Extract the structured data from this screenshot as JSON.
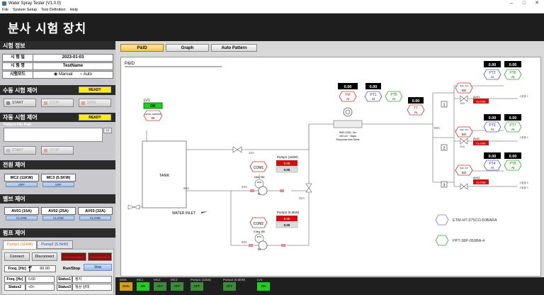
{
  "window": {
    "title": "Water Spray Tester (V1.0.0)"
  },
  "menu": [
    "File",
    "System Setup",
    "Test Definition",
    "Help"
  ],
  "header": {
    "title": "분사 시험 장치"
  },
  "test_info": {
    "title": "시험 정보",
    "rows": [
      {
        "label": "시 험 일",
        "value": "2023-01-03"
      },
      {
        "label": "시 험 명",
        "value": "TestName"
      }
    ],
    "mode_label": "시험모드",
    "mode_manual": "Manual",
    "mode_auto": "Auto"
  },
  "manual": {
    "title": "수동 시험 제어",
    "ready": "READY",
    "start": "START",
    "stop": "STOP",
    "save": "SAVE"
  },
  "auto": {
    "title": "자동 시험 제어",
    "ready": "READY",
    "file_label": "Pattern File Path",
    "start": "START",
    "stop": "STOP"
  },
  "power": {
    "title": "전원 제어",
    "items": [
      {
        "name": "MC2 (11KW)",
        "state": "OFF"
      },
      {
        "name": "MC3 (5.5KW)",
        "state": "OFF"
      }
    ]
  },
  "valve": {
    "title": "밸브 제어",
    "items": [
      {
        "name": "AV01 (15A)",
        "state": "CLOSE"
      },
      {
        "name": "AV02 (25A)",
        "state": "CLOSE"
      },
      {
        "name": "AV03 (32A)",
        "state": "CLOSE"
      }
    ]
  },
  "pump": {
    "title": "펌프 제어",
    "tabs": [
      "Pump1 (11kW)",
      "Pump2 (5.5kW)"
    ],
    "connect": "Connect",
    "disconnect": "Disconnect",
    "btn3": "Communication",
    "btn4": "Communication",
    "freq_label": "Freq. [Hz]",
    "freq_value": "60.00",
    "runstop": "Run/Stop",
    "stop": "Stop",
    "freq_out_label": "Freq. [Hz]",
    "freq_out_value": "0.00",
    "status1_label": "Status1",
    "status1_value": "정지",
    "status2_label": "Status2",
    "status2_value": "<0>",
    "status3_label": "Status3",
    "status3_value": "정상 상태"
  },
  "main_tabs": [
    "P&ID",
    "Graph",
    "Auto Pattern"
  ],
  "pid": {
    "title": "P&ID",
    "lv1": {
      "name": "LV1",
      "state": "OK",
      "tag1": "LEVEL SENSOR",
      "tag2": "DI"
    },
    "tank": "TANK",
    "water_inlet": "WATER INLET",
    "fm": {
      "value": "0.00",
      "tag": "FM",
      "sub": "AI"
    },
    "pt1": {
      "value": "0.00",
      "tag": "PT1",
      "sub": "AI"
    },
    "pt5": {
      "tag": "PT5",
      "sub": "AI"
    },
    "tt": {
      "value": "0.00",
      "tag": "TT",
      "sub": "AI"
    },
    "meter_note1": "HMS-2000...5m",
    "meter_note2": "150 um ~ 6kg/s",
    "meter_note3": "Response time 50ms",
    "pump1": {
      "name": "Pump1 (11kW)",
      "v1": "0.00",
      "v2": "0.00",
      "com": "COM1",
      "rpm": "15kw  380",
      "mtr": "MTR",
      "m": "M",
      "size": "80A",
      "size2": "40A"
    },
    "pump2": {
      "name": "Pump2 (5.5kW)",
      "v1": "0.00",
      "v2": "0.00",
      "com": "COM2",
      "rpm": "5.5kw  380",
      "mtr": "MTR",
      "m": "M",
      "size": "50A"
    },
    "line": {
      "a32": "32A",
      "a50": "50A",
      "a50b": "50A",
      "a25": "25A",
      "a15": "15A",
      "a32b": "32A"
    },
    "av01": {
      "tag": "AV01",
      "state": "CLOSE",
      "sv": "SOL V/V",
      "do": "DO"
    },
    "av02": {
      "tag": "AV02",
      "state": "CLOSE",
      "sv": "SOL V/V",
      "do": "DO"
    },
    "av03": {
      "tag": "AV03",
      "state": "CLOSE",
      "sv": "SOL V/V",
      "do": "DO"
    },
    "br": [
      "1",
      "2",
      "3"
    ],
    "pt2": {
      "value": "0.00",
      "tag": "PT2"
    },
    "pt6": {
      "value": "0.00",
      "tag": "PT6"
    },
    "pt3": {
      "value": "0.00",
      "tag": "PT3"
    },
    "pt7": {
      "value": "0.00",
      "tag": "PT7"
    },
    "pt4": {
      "value": "0.00",
      "tag": "PT4"
    },
    "pt8": {
      "value": "0.00",
      "tag": "PT8"
    },
    "ai": "AI",
    "loc1": "시험품 1",
    "loc4": "시험품 4",
    "loc5": "시험품 5",
    "loc3": "시험품 3",
    "legend1": "ETM-HT-375CO-50BARA",
    "legend2": "PPT-38P-050BA-4"
  },
  "status": [
    {
      "label": "EMS",
      "value": "EMS"
    },
    {
      "label": "MC1",
      "value": "ON"
    },
    {
      "label": "MC2",
      "value": "OFF"
    },
    {
      "label": "MC3",
      "value": "OFF"
    },
    {
      "label": "Pump1 (11kw)",
      "value": "OFF"
    },
    {
      "label": "Pump2 (5.5kW)",
      "value": "OFF"
    },
    {
      "label": "LV1",
      "value": "ON"
    }
  ],
  "colors": {
    "header": "#1e1e1e",
    "ready": "#ffee00",
    "ok": "#22cc22",
    "alarm": "#cc1111"
  }
}
